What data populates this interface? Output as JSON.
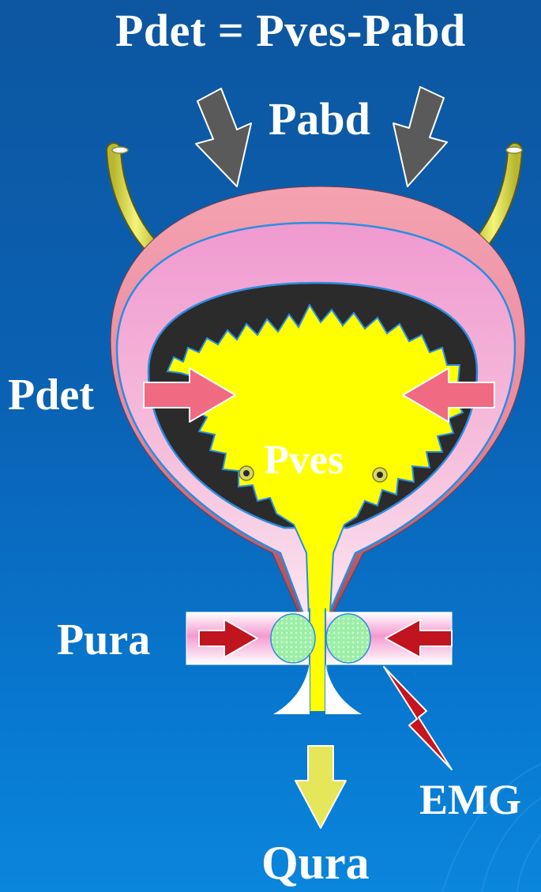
{
  "formula": "Pdet = Pves-Pabd",
  "labels": {
    "pabd": "Pabd",
    "pdet": "Pdet",
    "pves": "Pves",
    "pura": "Pura",
    "emg": "EMG",
    "qura": "Qura"
  },
  "colors": {
    "background": "#0a62b4",
    "bladder_outer_wall": "#f2a0b4",
    "bladder_inner_wall": "#f4a8d0",
    "urine": "#ffff00",
    "mucosa_shadow": "#2e2e2e",
    "ureter": "#e8e860",
    "pressure_arrow_abdominal": "#5a5a5a",
    "pressure_arrow_detrusor": "#f06a82",
    "pressure_arrow_urethral": "#c0141e",
    "sphincter": "#a8f0b0",
    "emg_bolt": "#c8141e",
    "flow_arrow": "#e6e65a",
    "text": "#ffffff"
  }
}
